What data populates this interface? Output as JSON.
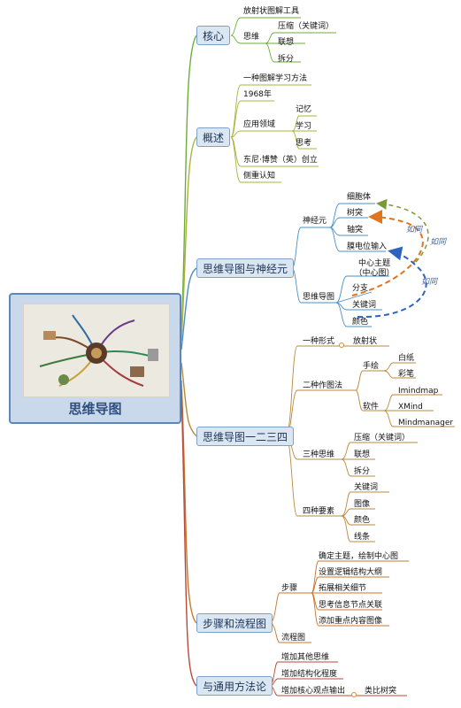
{
  "root": {
    "title": "思维导图"
  },
  "topics": {
    "t1": "核心",
    "t2": "概述",
    "t3": "思维导图与神经元",
    "t4": "思维导图一二三四",
    "t5": "步骤和流程图",
    "t6": "与通用方法论"
  },
  "core": {
    "radial": "放射状图解工具",
    "thinking": "思维",
    "compress": "压缩（关键词）",
    "associate": "联想",
    "split": "拆分"
  },
  "overview": {
    "method": "一种图解学习方法",
    "year": "1968年",
    "domains": "应用领域",
    "memory": "记忆",
    "study": "学习",
    "think": "思考",
    "founder": "东尼·博赞（英）创立",
    "cognition": "侧重认知"
  },
  "neuron": {
    "neuron": "神经元",
    "cell_body": "细胞体",
    "dendrite": "树突",
    "axon": "轴突",
    "membrane": "膜电位输入",
    "mindmap": "思维导图",
    "center_line1": "中心主题",
    "center_line2": "（中心图）",
    "branch": "分支",
    "keyword": "关键词",
    "color": "颜色",
    "same_as": "如同"
  },
  "four": {
    "one_form": "一种形式",
    "radial": "放射状",
    "two_methods": "二种作图法",
    "hand": "手绘",
    "paper": "白纸",
    "color_pen": "彩笔",
    "software": "软件",
    "imindmap": "Imindmap",
    "xmind": "XMind",
    "mindmanager": "Mindmanager",
    "three_thinking": "三种思维",
    "compress": "压缩（关键词）",
    "associate": "联想",
    "split": "拆分",
    "four_elements": "四种要素",
    "keyword": "关键词",
    "image": "图像",
    "color": "颜色",
    "line": "线条"
  },
  "steps": {
    "steps": "步骤",
    "s1": "确定主题，绘制中心图",
    "s2": "设置逻辑结构大纲",
    "s3": "拓展相关细节",
    "s4": "思考信息节点关联",
    "s5": "添加重点内容图像",
    "flow": "流程图"
  },
  "methodology": {
    "m1": "增加其他思维",
    "m2": "增加结构化程度",
    "m3": "增加核心观点输出",
    "tree": "类比树突"
  },
  "colors": {
    "branch_core": "#6cae3a",
    "branch_overview": "#a8b43a",
    "branch_neuron": "#4a8fc8",
    "branch_four": "#b98a3c",
    "branch_steps": "#c8772e",
    "branch_method": "#b84a3a",
    "arrow_green": "#7a9a3a",
    "arrow_orange": "#e0751e",
    "arrow_blue": "#2f63c0"
  }
}
